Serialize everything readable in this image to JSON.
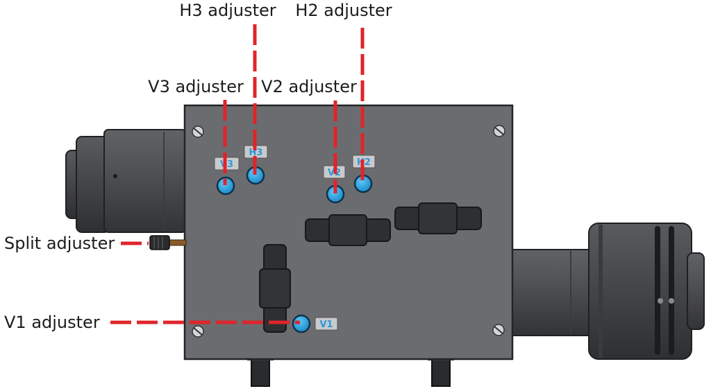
{
  "callouts": {
    "h3": "H3 adjuster",
    "h2": "H2 adjuster",
    "v3": "V3 adjuster",
    "v2": "V2 adjuster",
    "split": "Split adjuster",
    "v1": "V1 adjuster"
  },
  "knob_labels": {
    "v3": "V3",
    "h3": "H3",
    "v2": "V2",
    "h2": "H2",
    "v1": "V1"
  },
  "colors": {
    "leader_line": "#e0242a",
    "knob_blue": "#1ea3e6",
    "housing_plate": "#6b6c6f",
    "cylinder_dark": "#4a4b4e",
    "block_dark": "#303134"
  }
}
